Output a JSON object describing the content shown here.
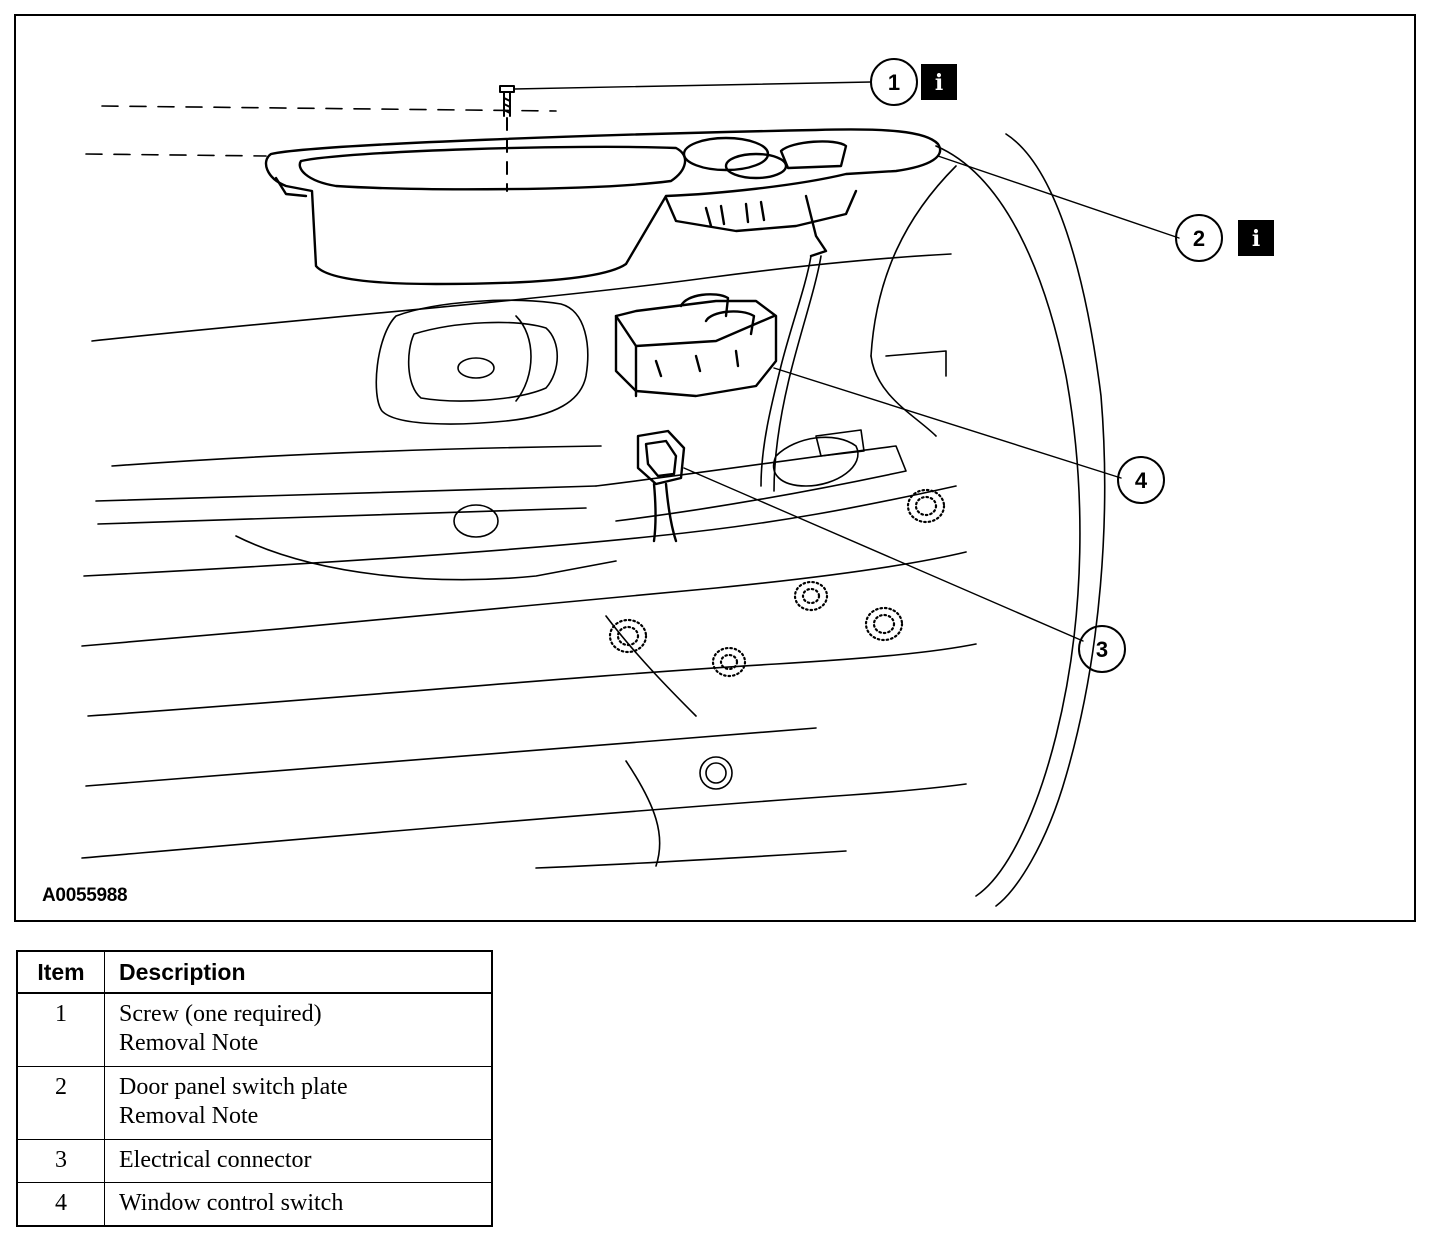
{
  "figure": {
    "id": "A0055988",
    "callouts": [
      {
        "num": "1",
        "info_icon": "i"
      },
      {
        "num": "2",
        "info_icon": "i"
      },
      {
        "num": "3"
      },
      {
        "num": "4"
      }
    ],
    "colors": {
      "line": "#000000",
      "background": "#ffffff"
    }
  },
  "legend": {
    "headers": {
      "item": "Item",
      "description": "Description"
    },
    "rows": [
      {
        "item": "1",
        "lines": [
          "Screw (one required)",
          "Removal Note"
        ]
      },
      {
        "item": "2",
        "lines": [
          "Door panel switch plate",
          "Removal Note"
        ]
      },
      {
        "item": "3",
        "lines": [
          "Electrical connector"
        ]
      },
      {
        "item": "4",
        "lines": [
          "Window control switch"
        ]
      }
    ]
  }
}
